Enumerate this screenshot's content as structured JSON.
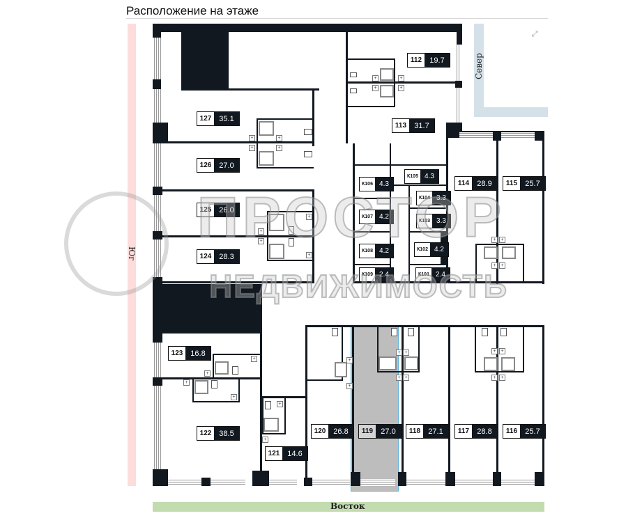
{
  "header": {
    "title": "Расположение на этаже"
  },
  "controls": {
    "expand_icon": "expand-icon"
  },
  "compass": {
    "south": "Юг",
    "north": "Север",
    "east": "Восток"
  },
  "colors": {
    "wall": "#111820",
    "south": "#fddcdc",
    "north": "#d5e1e9",
    "east": "#c2dcb0",
    "selected_fill": "#bdbdbd",
    "selected_border": "#5fb0d8"
  },
  "watermark": {
    "line1": "ПРОСТОР",
    "line2": "НЕДВИЖИМОСТЬ"
  },
  "selected_unit": "119",
  "units": [
    {
      "num": "112",
      "area": "19.7"
    },
    {
      "num": "113",
      "area": "31.7"
    },
    {
      "num": "114",
      "area": "28.9"
    },
    {
      "num": "115",
      "area": "25.7"
    },
    {
      "num": "116",
      "area": "25.7"
    },
    {
      "num": "117",
      "area": "28.8"
    },
    {
      "num": "118",
      "area": "27.1"
    },
    {
      "num": "119",
      "area": "27.0"
    },
    {
      "num": "120",
      "area": "26.8"
    },
    {
      "num": "121",
      "area": "14.6"
    },
    {
      "num": "122",
      "area": "38.5"
    },
    {
      "num": "123",
      "area": "16.8"
    },
    {
      "num": "124",
      "area": "28.3"
    },
    {
      "num": "125",
      "area": "26.0"
    },
    {
      "num": "126",
      "area": "27.0"
    },
    {
      "num": "127",
      "area": "35.1"
    }
  ],
  "storage": [
    {
      "num": "К101",
      "area": "2.4"
    },
    {
      "num": "К102",
      "area": "4.2"
    },
    {
      "num": "К103",
      "area": "3.3"
    },
    {
      "num": "К104",
      "area": "3.3"
    },
    {
      "num": "К105",
      "area": "4.3"
    },
    {
      "num": "К106",
      "area": "4.3"
    },
    {
      "num": "К107",
      "area": "4.2"
    },
    {
      "num": "К108",
      "area": "4.2"
    },
    {
      "num": "К109",
      "area": "2.4"
    }
  ]
}
